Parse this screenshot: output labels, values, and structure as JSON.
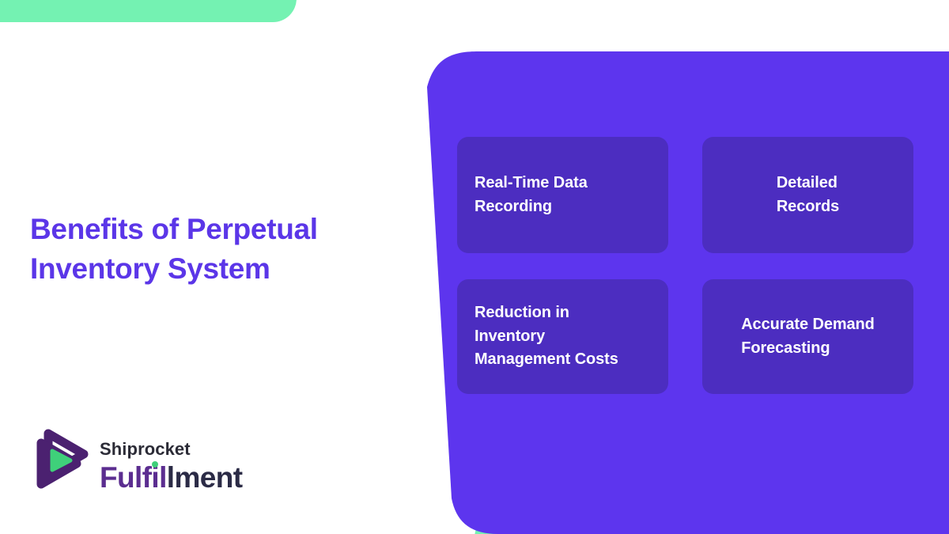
{
  "page": {
    "headline_line1": "Benefits of Perpetual",
    "headline_line2": "Inventory System"
  },
  "colors": {
    "panel_purple": "#5D35EE",
    "card_purple": "#4C2DC0",
    "accent_green": "#74F2B2",
    "headline_purple": "#5B36E8",
    "logo_purple": "#5B2D90",
    "logo_dark": "#2B2B46",
    "logo_green": "#3FD07A",
    "card_text": "#FFFFFF"
  },
  "accents": {
    "top_left_shape": "green-rounded-bar",
    "bottom_right_shape": "green-rounded-bar"
  },
  "cards": [
    {
      "line1": "Real-Time Data",
      "line2": "Recording",
      "line3": "",
      "align": "left"
    },
    {
      "line1": "Detailed",
      "line2": "Records",
      "line3": "",
      "align": "center"
    },
    {
      "line1": "Reduction in",
      "line2": "Inventory",
      "line3": "Management Costs",
      "align": "left"
    },
    {
      "line1": "Accurate Demand",
      "line2": "Forecasting",
      "line3": "",
      "align": "center"
    }
  ],
  "logo": {
    "mark": "play-triangle-logo",
    "word_top": "Shiprocket",
    "word_bottom_part1": "Fulf",
    "word_bottom_part2": "i",
    "word_bottom_part3": "l",
    "word_bottom_part4": "lment"
  }
}
